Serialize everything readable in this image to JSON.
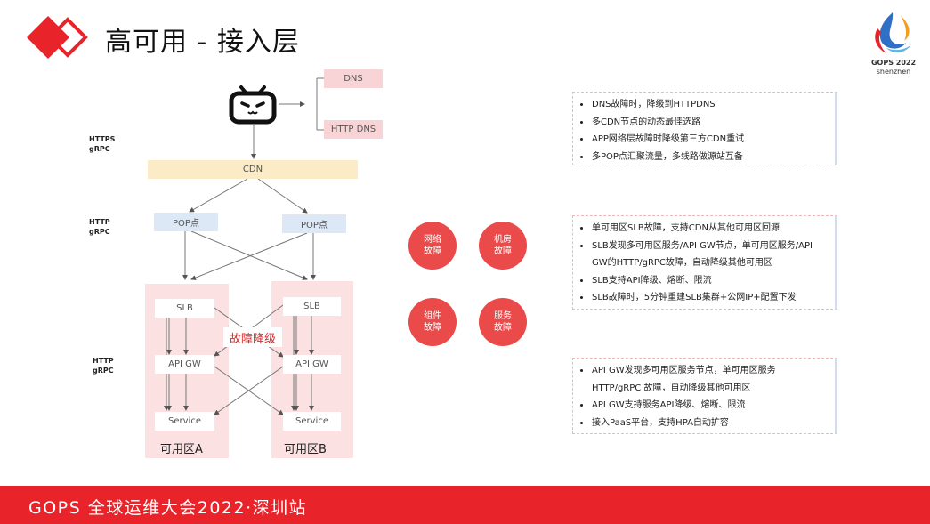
{
  "header": {
    "title": "高可用 - 接入层",
    "brand_logo_text": "GOPS 2022",
    "brand_logo_sub": "shenzhen"
  },
  "diagram": {
    "dns": "DNS",
    "http_dns": "HTTP DNS",
    "cdn": "CDN",
    "pop_left": "POP点",
    "pop_right": "POP点",
    "slb_a": "SLB",
    "slb_b": "SLB",
    "apigw_a": "API GW",
    "apigw_b": "API GW",
    "service_a": "Service",
    "service_b": "Service",
    "zone_a": "可用区A",
    "zone_b": "可用区B",
    "fault_degrade": "故障降级",
    "label_1_line1": "HTTPS",
    "label_1_line2": "gRPC",
    "label_2_line1": "HTTP",
    "label_2_line2": "gRPC",
    "label_3_line1": "HTTP",
    "label_3_line2": "gRPC"
  },
  "circles": [
    {
      "line1": "网络",
      "line2": "故障"
    },
    {
      "line1": "机房",
      "line2": "故障"
    },
    {
      "line1": "组件",
      "line2": "故障"
    },
    {
      "line1": "服务",
      "line2": "故障"
    }
  ],
  "panels": {
    "cdn": [
      "DNS故障时，降级到HTTPDNS",
      "多CDN节点的动态最佳选路",
      "APP网络层故障时降级第三方CDN重试",
      "多POP点汇聚流量，多线路做源站互备"
    ],
    "slb": {
      "item1": "单可用区SLB故障，支持CDN从其他可用区回源",
      "item2_line1": "SLB发现多可用区服务/API GW节点，单可用区服务/API",
      "item2_line2": "GW的HTTP/gRPC故障，自动降级其他可用区",
      "item3": "SLB支持API降级、熔断、限流",
      "item4": "SLB故障时，5分钟重建SLB集群+公网IP+配置下发"
    },
    "gw": {
      "item1_line1": "API GW发现多可用区服务节点，单可用区服务",
      "item1_line2": "HTTP/gRPC 故障，自动降级其他可用区",
      "item2": "API GW支持服务API降级、熔断、限流",
      "item3": "接入PaaS平台，支持HPA自动扩容"
    }
  },
  "footer": {
    "text": "GOPS 全球运维大会2022·深圳站"
  },
  "colors": {
    "accent_red": "#e8232a",
    "circle_red": "#ea4a4a",
    "zone_pink": "#fbe1e2",
    "pop_blue": "#dde8f6",
    "cdn_yellow": "#fbebc6"
  }
}
